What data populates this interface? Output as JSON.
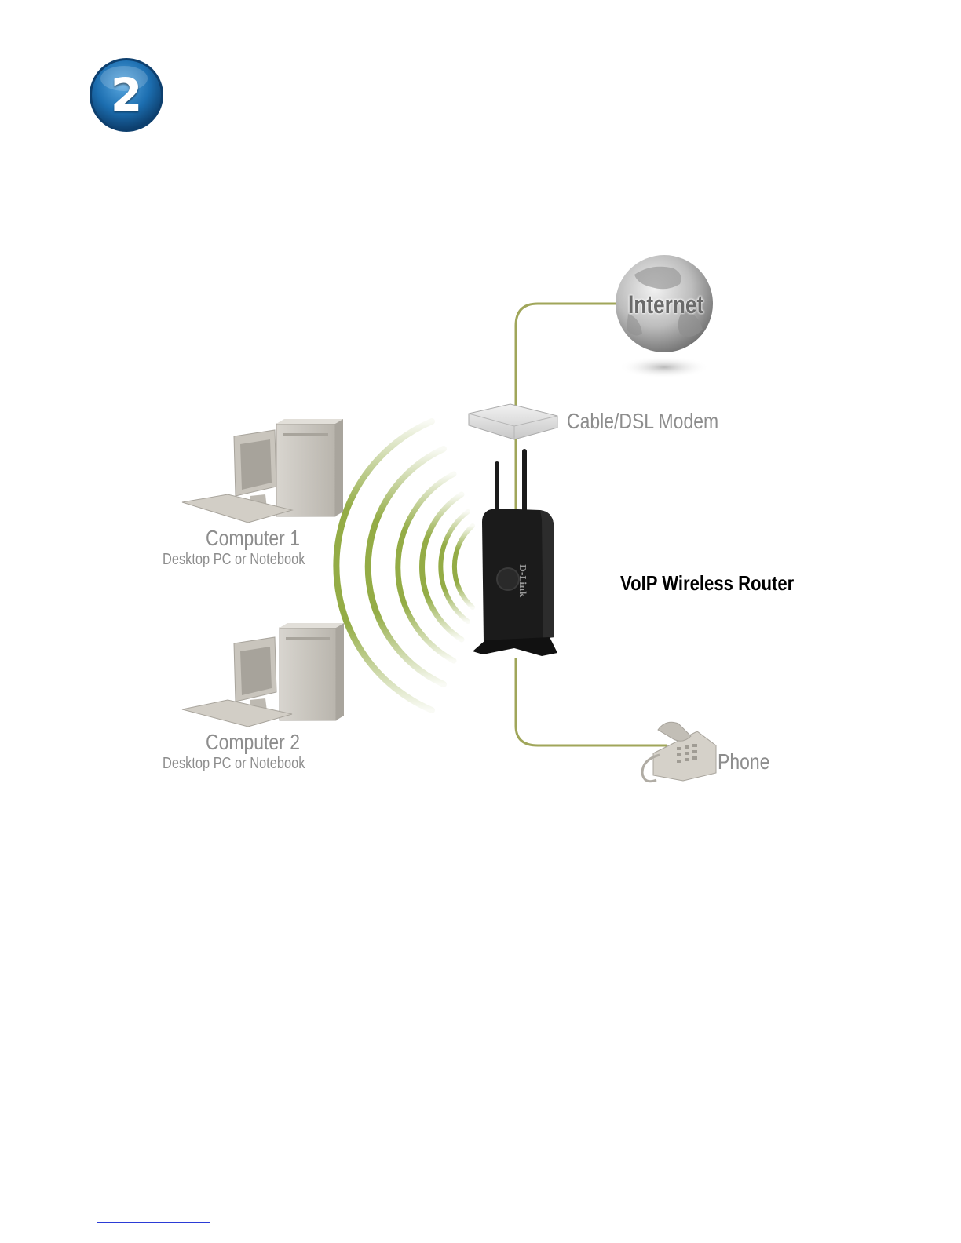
{
  "step": {
    "number": "2"
  },
  "nodes": {
    "internet": {
      "label": "Internet"
    },
    "modem": {
      "label": "Cable/DSL Modem"
    },
    "router": {
      "label": "VoIP Wireless Router",
      "brand": "D-Link"
    },
    "phone": {
      "label": "Phone"
    },
    "computer1": {
      "label": "Computer 1",
      "sublabel": "Desktop PC or Notebook"
    },
    "computer2": {
      "label": "Computer 2",
      "sublabel": "Desktop PC or Notebook"
    }
  },
  "colors": {
    "badge_blue": "#1c6eb0",
    "cable_green": "#a0a65a",
    "wifi_green": "#8ea83c",
    "device_gray": "#c9c5bd",
    "router_black": "#1b1b1b"
  }
}
